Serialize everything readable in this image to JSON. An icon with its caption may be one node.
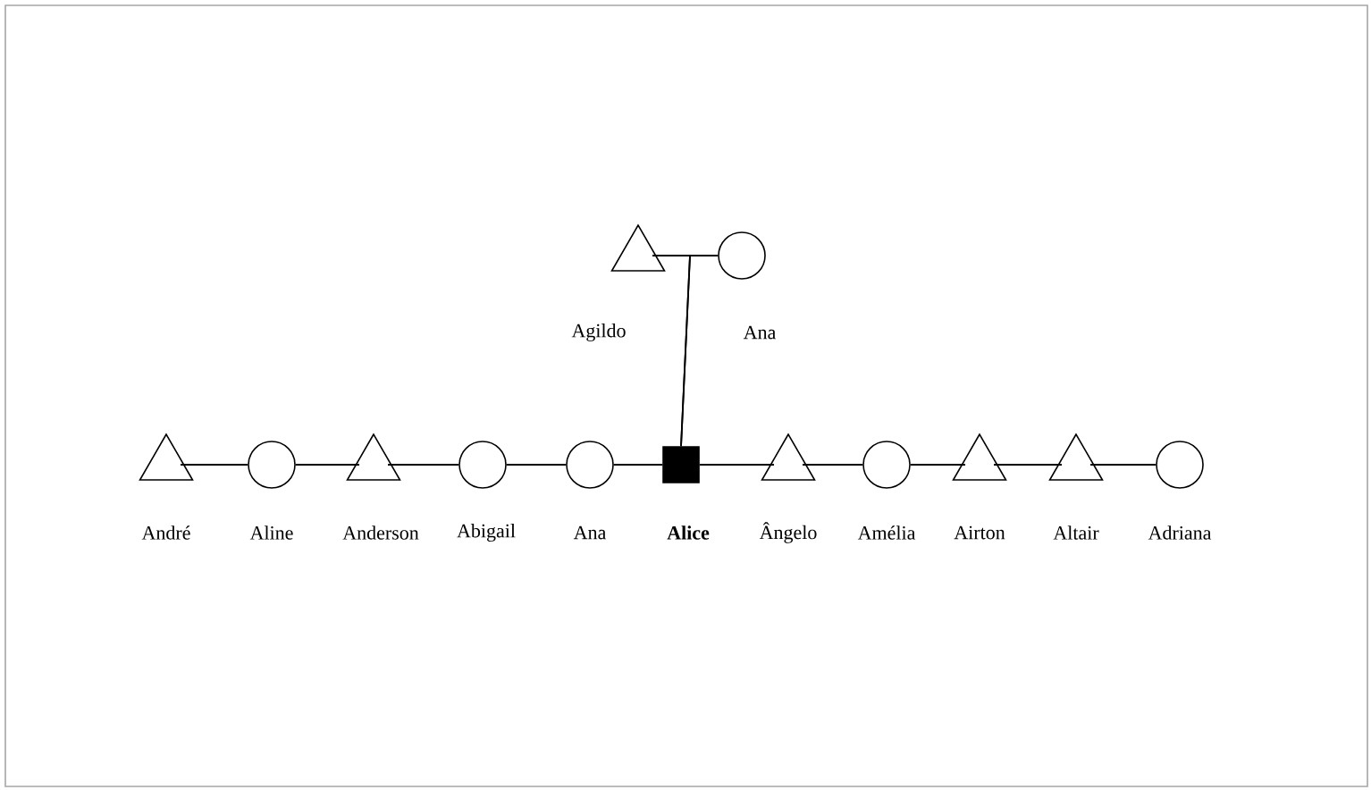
{
  "diagram": {
    "nodes": [
      {
        "text": [],
        "shape": "triangle",
        "beside": [
          "Agildo"
        ]
      },
      {
        "text": [],
        "shape": "circle",
        "beside": [
          "Ana"
        ]
      },
      {
        "text": [],
        "shape": "triangle",
        "beside": [
          "André"
        ]
      },
      {
        "text": [],
        "shape": "circle",
        "beside": [
          "Aline"
        ]
      },
      {
        "text": [],
        "shape": "triangle",
        "beside": [
          "Anderson"
        ]
      },
      {
        "text": [],
        "shape": "circle",
        "beside": [
          "Abigail"
        ]
      },
      {
        "text": [],
        "shape": "circle",
        "beside": [
          "Ana"
        ]
      },
      {
        "text": [],
        "shape": "box",
        "beside": [
          "Alice"
        ]
      },
      {
        "text": [],
        "shape": "triangle",
        "beside": [
          "Ângelo"
        ]
      },
      {
        "text": [],
        "shape": "circle",
        "beside": [
          "Amélia"
        ]
      },
      {
        "text": [],
        "shape": "triangle",
        "beside": [
          "Airton"
        ]
      },
      {
        "text": [],
        "shape": "triangle",
        "beside": [
          "Altair"
        ]
      },
      {
        "text": [],
        "shape": "circle",
        "beside": [
          "Adriana"
        ]
      }
    ],
    "edges": [
      {
        "from": 0,
        "to": 1,
        "arrow": "none"
      },
      {
        "from": 0,
        "to": 7,
        "arrow": "none"
      },
      {
        "from": 1,
        "to": 7,
        "arrow": "none"
      },
      {
        "from": 2,
        "to": 3,
        "arrow": "none"
      },
      {
        "from": 3,
        "to": 4,
        "arrow": "none"
      },
      {
        "from": 4,
        "to": 5,
        "arrow": "none"
      },
      {
        "from": 5,
        "to": 6,
        "arrow": "none"
      },
      {
        "from": 6,
        "to": 7,
        "arrow": "none"
      },
      {
        "from": 7,
        "to": 8,
        "arrow": "none"
      },
      {
        "from": 8,
        "to": 9,
        "arrow": "none"
      },
      {
        "from": 9,
        "to": 10,
        "arrow": "none"
      },
      {
        "from": 10,
        "to": 11,
        "arrow": "none"
      },
      {
        "from": 11,
        "to": 12,
        "arrow": "none"
      }
    ]
  }
}
